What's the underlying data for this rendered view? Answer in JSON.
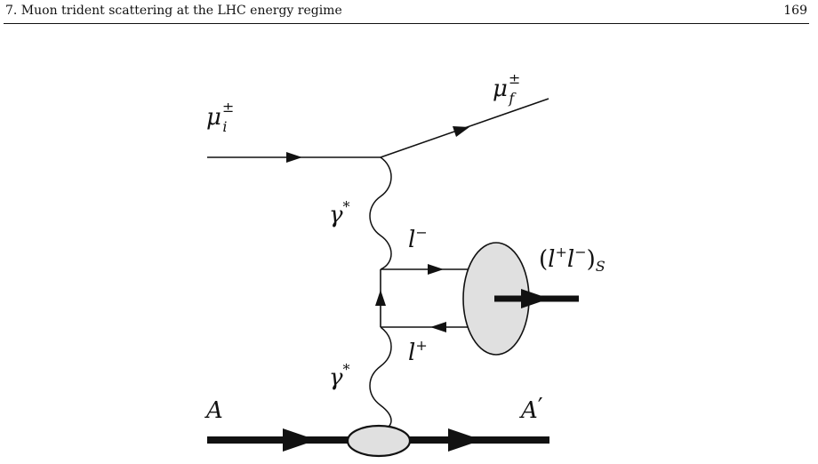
{
  "header": {
    "chapter_title": "7. Muon trident scattering at the LHC energy regime",
    "page_number": "169"
  },
  "diagram": {
    "labels": {
      "mu_initial": {
        "base": "μ",
        "sub": "i",
        "sup": "±"
      },
      "mu_final": {
        "base": "μ",
        "sub": "f",
        "sup": "±"
      },
      "photon_upper": {
        "base": "γ",
        "sup": "*"
      },
      "photon_lower": {
        "base": "γ",
        "sup": "*"
      },
      "lepton_minus": {
        "base": "l",
        "sup": "−"
      },
      "lepton_plus": {
        "base": "l",
        "sup": "+"
      },
      "bound_state": {
        "open": "(",
        "l1": "l",
        "s1": "+",
        "l2": "l",
        "s2": "−",
        "close": ")",
        "sub": "S"
      },
      "nucleus_initial": {
        "base": "A"
      },
      "nucleus_final": {
        "base": "A",
        "prime": "′"
      }
    },
    "colors": {
      "line": "#111111",
      "blob_fill": "#e0e0e0"
    }
  }
}
